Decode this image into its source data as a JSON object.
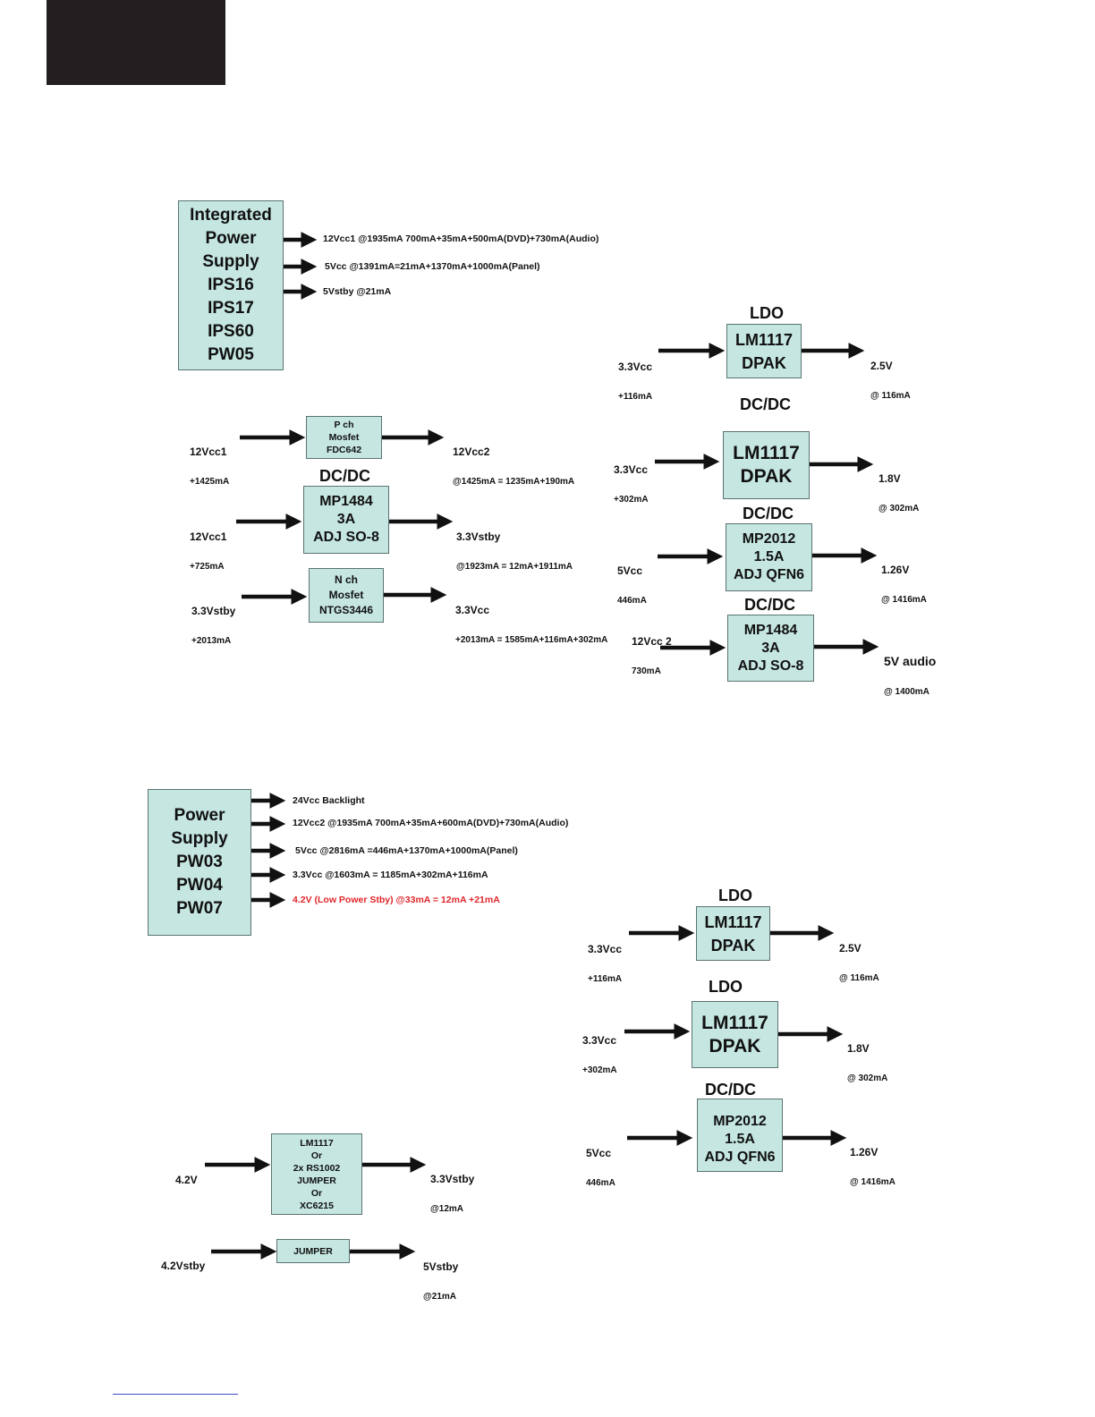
{
  "sec1": {
    "ips_box": "Integrated\nPower\nSupply\nIPS16\nIPS17\nIPS60\nPW05",
    "outputs": [
      "12Vcc1 @1935mA 700mA+35mA+500mA(DVD)+730mA(Audio)",
      "5Vcc @1391mA=21mA+1370mA+1000mA(Panel)",
      "5Vstby @21mA"
    ],
    "pch": {
      "box": "P ch\nMosfet\nFDC642",
      "in": "12Vcc1",
      "in_cur": "+1425mA",
      "out": "12Vcc2",
      "out_cur": "@1425mA = 1235mA+190mA"
    },
    "dcdc_a": {
      "caption": "DC/DC",
      "box": "MP1484\n3A\nADJ SO-8",
      "in": "12Vcc1",
      "in_cur": "+725mA",
      "out": "3.3Vstby",
      "out_cur": "@1923mA = 12mA+1911mA"
    },
    "nch": {
      "box": "N ch\nMosfet\nNTGS3446",
      "in": "3.3Vstby",
      "in_cur": "+2013mA",
      "out": "3.3Vcc",
      "out_cur": "+2013mA = 1585mA+116mA+302mA"
    },
    "ldo": {
      "caption": "LDO",
      "box": "LM1117\nDPAK",
      "in": "3.3Vcc",
      "in_cur": "+116mA",
      "out": "2.5V",
      "out_cur": "@ 116mA"
    },
    "dcdc_b": {
      "caption": "DC/DC",
      "box": "LM1117\nDPAK",
      "in": "3.3Vcc",
      "in_cur": "+302mA",
      "out": "1.8V",
      "out_cur": "@ 302mA"
    },
    "dcdc_c": {
      "caption": "DC/DC",
      "box": "MP2012\n1.5A\nADJ QFN6",
      "in": "5Vcc",
      "in_cur": "446mA",
      "out": "1.26V",
      "out_cur": "@ 1416mA"
    },
    "dcdc_d": {
      "caption": "DC/DC",
      "box": "MP1484\n3A\nADJ SO-8",
      "in": "12Vcc 2",
      "in_cur": "730mA",
      "out": "5V audio",
      "out_cur": "@ 1400mA"
    }
  },
  "sec2": {
    "ps_box": "Power\nSupply\nPW03\nPW04\nPW07",
    "outputs": [
      "24Vcc Backlight",
      "12Vcc2 @1935mA 700mA+35mA+600mA(DVD)+730mA(Audio)",
      "5Vcc @2816mA =446mA+1370mA+1000mA(Panel)",
      "3.3Vcc @1603mA = 1185mA+302mA+116mA",
      "4.2V (Low Power Stby) @33mA = 12mA +21mA"
    ],
    "ldo_a": {
      "caption": "LDO",
      "box": "LM1117\nDPAK",
      "in": "3.3Vcc",
      "in_cur": "+116mA",
      "out": "2.5V",
      "out_cur": "@ 116mA"
    },
    "ldo_b": {
      "caption": "LDO",
      "box": "LM1117\nDPAK",
      "in": "3.3Vcc",
      "in_cur": "+302mA",
      "out": "1.8V",
      "out_cur": "@ 302mA"
    },
    "dcdc": {
      "caption": "DC/DC",
      "box": "MP2012\n1.5A\nADJ QFN6",
      "in": "5Vcc",
      "in_cur": "446mA",
      "out": "1.26V",
      "out_cur": "@ 1416mA"
    },
    "reg": {
      "box": "LM1117\nOr\n2x RS1002\nJUMPER\nOr\nXC6215",
      "in": "4.2V",
      "out": "3.3Vstby",
      "out_cur": "@12mA"
    },
    "jumper": {
      "box": "JUMPER",
      "in": "4.2Vstby",
      "out": "5Vstby",
      "out_cur": "@21mA"
    }
  },
  "colors": {
    "box_fill": "#c5e6e1",
    "box_border": "#5a7470",
    "highlight": "#e0262a"
  }
}
